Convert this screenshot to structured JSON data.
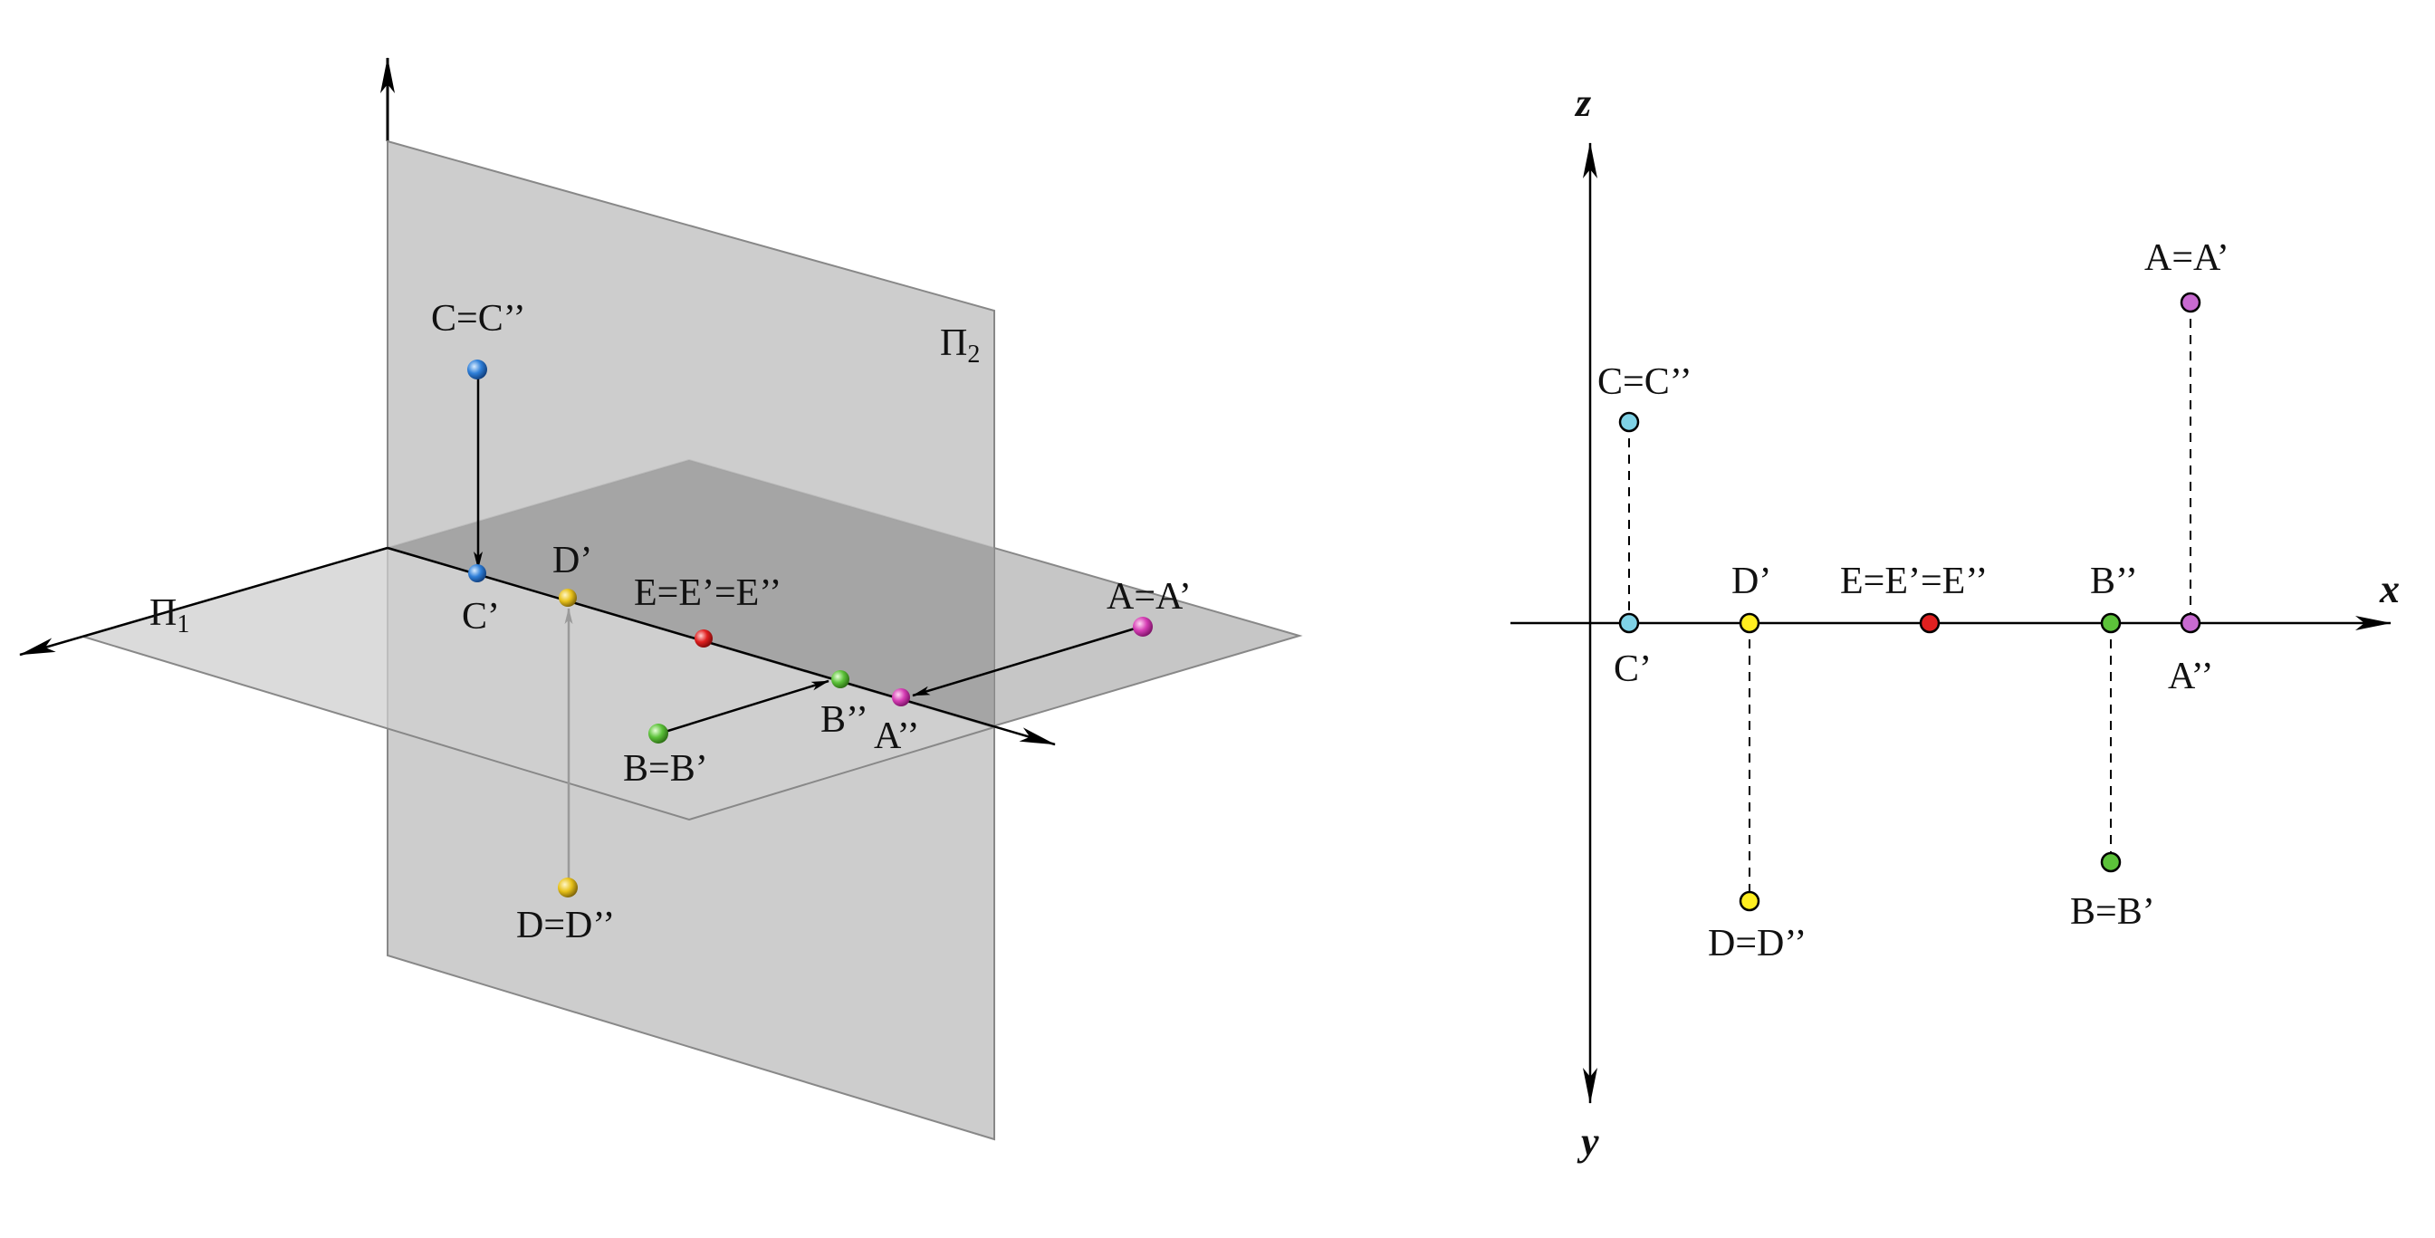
{
  "colors": {
    "A": "#d63fb5",
    "B": "#5cc23a",
    "C": "#2f7fd8",
    "C_flat": "#7fd2e6",
    "D": "#e8c21a",
    "D_flat": "#ffee20",
    "E": "#e02020",
    "plane": "#bdbdbd",
    "plane_overlap": "#9c9c9c"
  },
  "left_diagram": {
    "planes": {
      "pi1": "Π",
      "pi1_sub": "1",
      "pi2": "Π",
      "pi2_sub": "2"
    },
    "labels": {
      "A": "A=A’",
      "A2": "A’’",
      "B": "B=B’",
      "B2": "B’’",
      "C": "C=C’’",
      "C1": "C’",
      "D": "D=D’’",
      "D1": "D’",
      "E": "E=E’=E’’"
    }
  },
  "right_diagram": {
    "axes": {
      "x": "x",
      "y": "y",
      "z": "z"
    },
    "labels": {
      "A": "A=A’",
      "A2": "A’’",
      "B": "B=B’",
      "B2": "B’’",
      "C": "C=C’’",
      "C1": "C’",
      "D": "D=D’’",
      "D1": "D’",
      "E": "E=E’=E’’"
    }
  }
}
